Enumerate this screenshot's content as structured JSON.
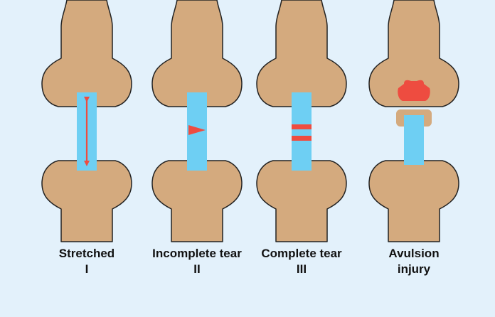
{
  "background_color": "#e3f1fb",
  "bone_color": "#d4aa7e",
  "outline_color": "#222222",
  "ligament_color": "#6ecff3",
  "injury_color": "#ee4c40",
  "panels": [
    {
      "name": "Stretched",
      "grade": "I",
      "injury": "stretch-arrow"
    },
    {
      "name": "Incomplete tear",
      "grade": "II",
      "injury": "partial-tear-wedge"
    },
    {
      "name": "Complete tear",
      "grade": "III",
      "injury": "full-tear-bands"
    },
    {
      "name": "Avulsion",
      "grade": "injury",
      "injury": "avulsion-fragment"
    }
  ]
}
